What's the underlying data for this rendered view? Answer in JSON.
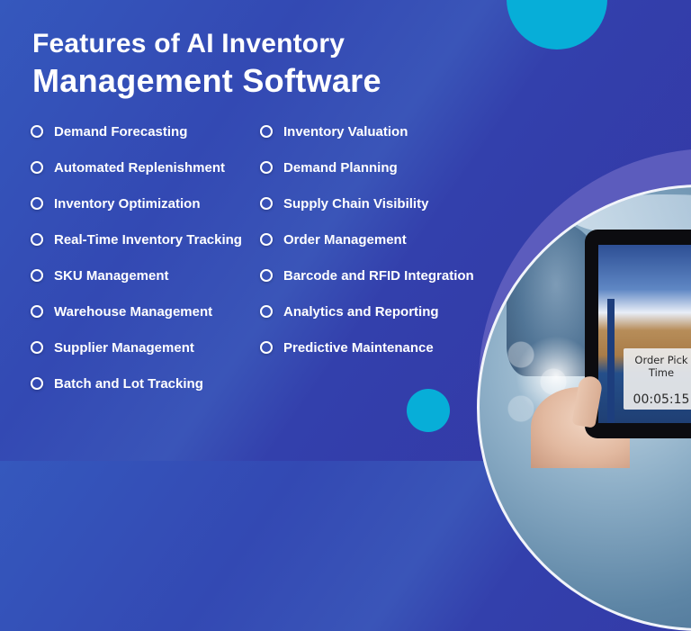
{
  "title": {
    "line1": "Features of AI Inventory",
    "line2": "Management Software"
  },
  "features": {
    "left": [
      "Demand Forecasting",
      "Automated Replenishment",
      "Inventory Optimization",
      "Real-Time Inventory Tracking",
      "SKU Management",
      "Warehouse Management",
      "Supplier Management",
      "Batch and Lot Tracking"
    ],
    "right": [
      "Inventory Valuation",
      "Demand Planning",
      "Supply Chain Visibility",
      "Order Management",
      "Barcode and RFID Integration",
      "Analytics and Reporting",
      "Predictive Maintenance"
    ]
  },
  "illustration": {
    "card_title": "Order Pick Time",
    "card_value": "00:05:15"
  },
  "colors": {
    "background": "#3349b3",
    "accent_cyan": "#07aed8",
    "ring": "#5c5cbd",
    "text": "#ffffff"
  }
}
